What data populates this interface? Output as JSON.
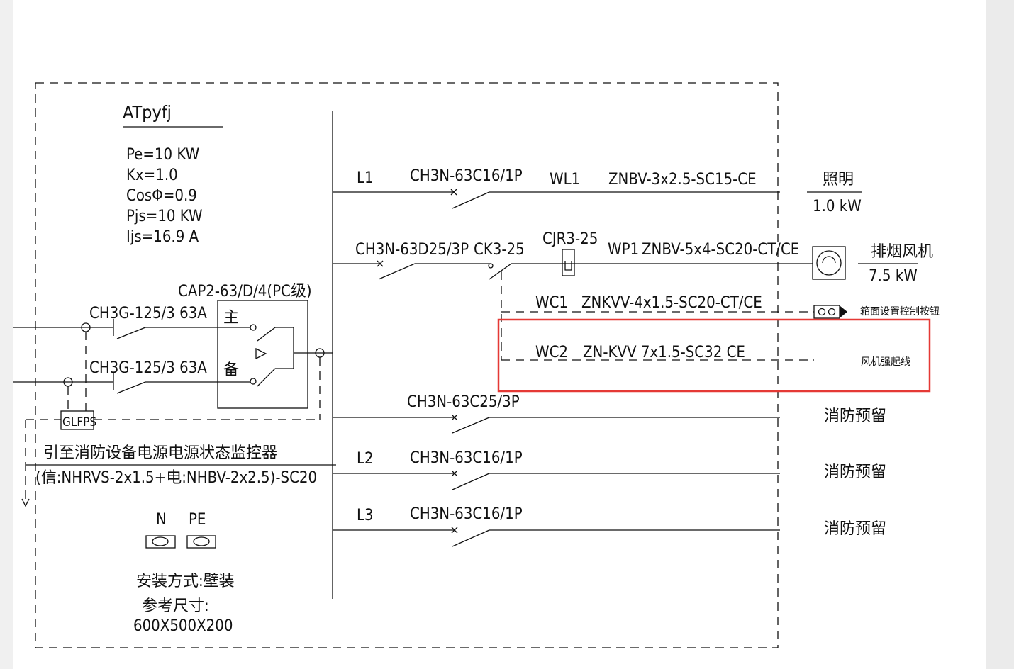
{
  "panel": {
    "name": "ATpyfj",
    "params": [
      "Pe=10 KW",
      "Kx=1.0",
      "CosΦ=0.9",
      "Pjs=10 KW",
      "Ijs=16.9 A"
    ],
    "switch": "CAP2-63/D/4(PC级)",
    "main_label": "主",
    "backup_label": "备",
    "incoming_main": "CH3G-125/3  63A",
    "incoming_backup": "CH3G-125/3  63A",
    "monitor": "GLFPS",
    "monitor_note_line1": "引至消防设备电源电源状态监控器",
    "monitor_note_line2": "(信:NHRVS-2x1.5+电:NHBV-2x2.5)-SC20",
    "neutral": "N",
    "earth": "PE",
    "install": "安装方式:壁装",
    "size_label": "参考尺寸:",
    "size": "600X500X200"
  },
  "circuits": {
    "c1": {
      "phase": "L1",
      "breaker": "CH3N-63C16/1P",
      "loop": "WL1",
      "cable": "ZNBV-3x2.5-SC15-CE",
      "load": "照明",
      "power": "1.0 kW"
    },
    "c2": {
      "breaker": "CH3N-63D25/3P",
      "protector": "CK3-25",
      "relay": "CJR3-25",
      "loop": "WP1",
      "cable": "ZNBV-5x4-SC20-CT/CE",
      "load": "排烟风机",
      "power": "7.5 kW"
    },
    "c3": {
      "loop": "WC1",
      "cable": "ZNKVV-4x1.5-SC20-CT/CE",
      "load": "箱面设置控制按钮"
    },
    "c4": {
      "loop": "WC2",
      "cable": "ZN-KVV 7x1.5-SC32 CE",
      "load": "风机强起线"
    },
    "c5": {
      "breaker": "CH3N-63C25/3P",
      "load": "消防预留"
    },
    "c6": {
      "phase": "L2",
      "breaker": "CH3N-63C16/1P",
      "load": "消防预留"
    },
    "c7": {
      "phase": "L3",
      "breaker": "CH3N-63C16/1P",
      "load": "消防预留"
    }
  },
  "highlight": {
    "color": "#e53935"
  }
}
